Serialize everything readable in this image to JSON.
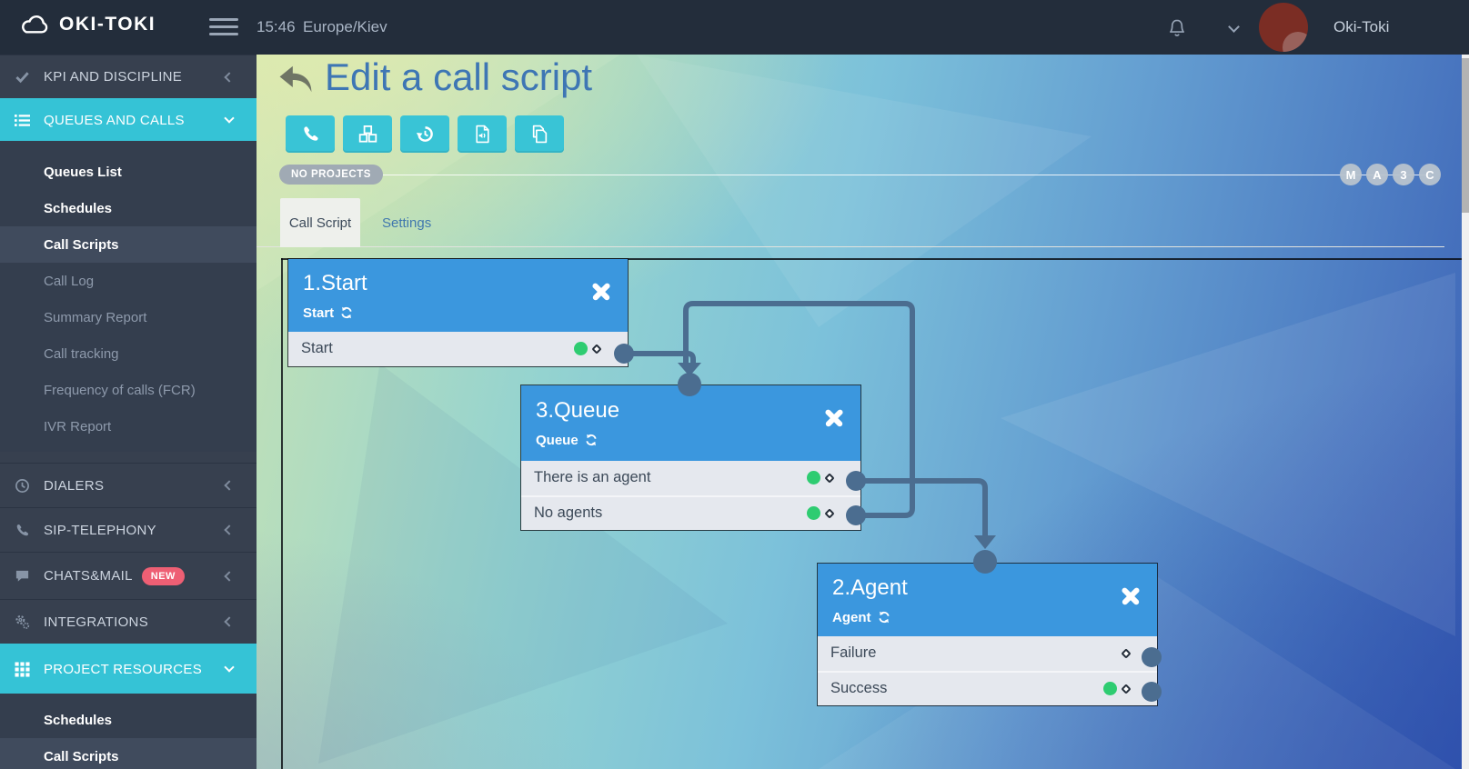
{
  "topbar": {
    "logo_text": "OKI-TOKI",
    "time": "15:46",
    "timezone": "Europe/Kiev",
    "account_name": "Oki-Toki"
  },
  "sidebar": {
    "sections": {
      "kpi": {
        "label": "KPI AND DISCIPLINE",
        "icon": "check-icon",
        "state": "collapsed"
      },
      "queues": {
        "label": "QUEUES AND CALLS",
        "icon": "list-icon",
        "state": "expanded"
      },
      "dialers": {
        "label": "DIALERS",
        "icon": "clock-icon",
        "state": "collapsed"
      },
      "sip": {
        "label": "SIP-TELEPHONY",
        "icon": "phone-icon",
        "state": "collapsed"
      },
      "chats": {
        "label": "CHATS&MAIL",
        "badge": "NEW",
        "icon": "chat-icon",
        "state": "collapsed"
      },
      "integrations": {
        "label": "INTEGRATIONS",
        "icon": "gears-icon",
        "state": "collapsed"
      },
      "resources": {
        "label": "PROJECT RESOURCES",
        "icon": "grid-icon",
        "state": "expanded"
      }
    },
    "queues_items": [
      {
        "label": "Queues List"
      },
      {
        "label": "Schedules"
      },
      {
        "label": "Call Scripts"
      },
      {
        "label": "Call Log"
      },
      {
        "label": "Summary Report"
      },
      {
        "label": "Call tracking"
      },
      {
        "label": "Frequency of calls (FCR)"
      },
      {
        "label": "IVR Report"
      }
    ],
    "resources_items": [
      {
        "label": "Schedules"
      },
      {
        "label": "Call Scripts"
      }
    ]
  },
  "header": {
    "title": "Edit a call script",
    "no_projects_label": "NO PROJECTS",
    "toolbar_icons": [
      "phone-icon",
      "cubes-icon",
      "history-icon",
      "file-audio-icon",
      "copy-icon"
    ],
    "badges": [
      "M",
      "A",
      "3",
      "C"
    ]
  },
  "tabs": [
    {
      "label": "Call Script",
      "active": true
    },
    {
      "label": "Settings",
      "active": false
    }
  ],
  "flow": {
    "nodes": [
      {
        "title": "1.Start",
        "type": "Start",
        "rows": [
          {
            "label": "Start",
            "green": true
          }
        ]
      },
      {
        "title": "3.Queue",
        "type": "Queue",
        "rows": [
          {
            "label": "There is an agent",
            "green": true
          },
          {
            "label": "No agents",
            "green": true
          }
        ]
      },
      {
        "title": "2.Agent",
        "type": "Agent",
        "rows": [
          {
            "label": "Failure",
            "green": false
          },
          {
            "label": "Success",
            "green": true
          }
        ]
      }
    ]
  },
  "colors": {
    "accent_cyan": "#35c3d6",
    "node_header_blue": "#3b97de",
    "connector_slate": "#4b6d90",
    "success_green": "#2ecc71",
    "avatar_red": "#7b2d24",
    "new_badge_pink": "#ee5f74",
    "title_blue": "#3e76b4",
    "topbar_dark": "#232d3b",
    "sidebar_dark": "#37404f"
  }
}
